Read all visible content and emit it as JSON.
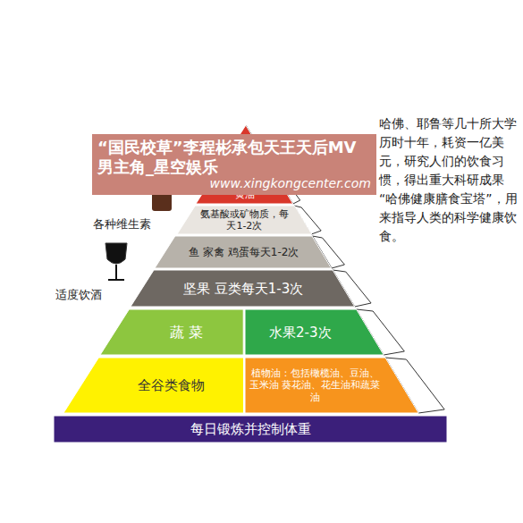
{
  "diagram": {
    "nodes": [
      {
        "text": [
          "黄油"
        ]
      },
      {
        "text": [
          "氨基酸或矿物质，每天1-2次"
        ]
      },
      {
        "text": [
          "鱼 家禽 鸡蛋每天1-2次"
        ]
      },
      {
        "text": [
          "坚果 豆类每天1-3次"
        ]
      },
      {
        "text": [
          "蔬 菜"
        ]
      },
      {
        "text": [
          "水果2-3次"
        ]
      },
      {
        "text": [
          "全谷类食物"
        ]
      },
      {
        "text": [
          "植物油：包括橄榄油、豆油、玉米油 葵花油、花生油和蔬菜油"
        ]
      },
      {
        "text": [
          "每日锻炼并控制体重"
        ]
      }
    ],
    "edges": [],
    "labels": [
      "各种维生素",
      "适度饮酒",
      "哈佛、耶鲁等几十所大学历时十年，耗资一亿美元，研究人们的饮食习惯，得出重大科研成果“哈佛健康膳食宝塔”，用来指导人类的科学健康饮食。",
      "“国民校草”李程彬承包天王天后MV男主角_星空娱乐",
      "www.xingkongcenter.com"
    ]
  }
}
